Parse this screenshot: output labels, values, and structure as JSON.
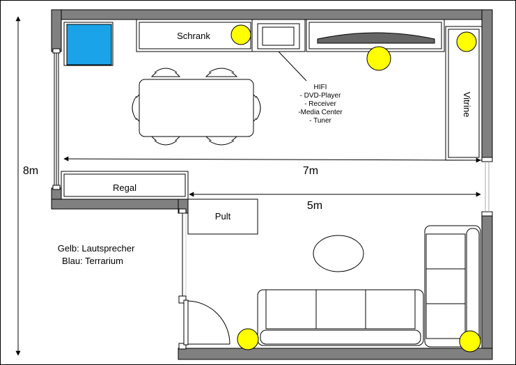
{
  "labels": {
    "schrank": "Schrank",
    "vitrine": "Vitrine",
    "regal": "Regal",
    "pult": "Pult"
  },
  "hifi": {
    "title": "HIFI",
    "items": [
      "- DVD-Player",
      "- Receiver",
      "-Media Center",
      "- Tuner"
    ]
  },
  "dimensions": {
    "height": "8m",
    "width_top": "7m",
    "width_bottom": "5m"
  },
  "legend": {
    "line1": "Gelb: Lautsprecher",
    "line2": "Blau: Terrarium"
  },
  "colors": {
    "speaker": "#ffff00",
    "terrarium": "#1aa3e8",
    "wall": "#808080",
    "furniture_fill": "#ffffff",
    "line": "#000000"
  }
}
